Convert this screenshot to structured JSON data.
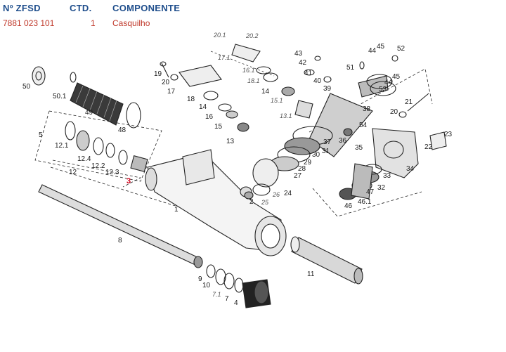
{
  "header": {
    "col_zfsd": "Nº ZFSD",
    "col_ctd": "CTD.",
    "col_componente": "COMPONENTE"
  },
  "row": {
    "zfsd": "7881 023 101",
    "ctd": "1",
    "componente": "Casquilho"
  },
  "diagram": {
    "highlight_label": "3",
    "labels": [
      "1",
      "2",
      "4",
      "5",
      "7",
      "7.1",
      "8",
      "9",
      "10",
      "11",
      "12",
      "12.1",
      "12.2",
      "12.3",
      "12.4",
      "13",
      "13.1",
      "14",
      "15",
      "15.1",
      "16",
      "16.1",
      "17",
      "17.1",
      "18",
      "18.1",
      "19",
      "20",
      "20.1",
      "20.2",
      "21",
      "22",
      "23",
      "24",
      "25",
      "26",
      "27",
      "28",
      "29",
      "30",
      "31",
      "32",
      "33",
      "34",
      "35",
      "36",
      "37",
      "38",
      "39",
      "40",
      "41",
      "42",
      "43",
      "44",
      "45",
      "46",
      "46.1",
      "47",
      "48",
      "49",
      "50",
      "50.1",
      "51",
      "52",
      "53",
      "54"
    ]
  },
  "colors": {
    "header": "#1f4e8c",
    "row": "#c0392b",
    "highlight": "#d0021b"
  }
}
